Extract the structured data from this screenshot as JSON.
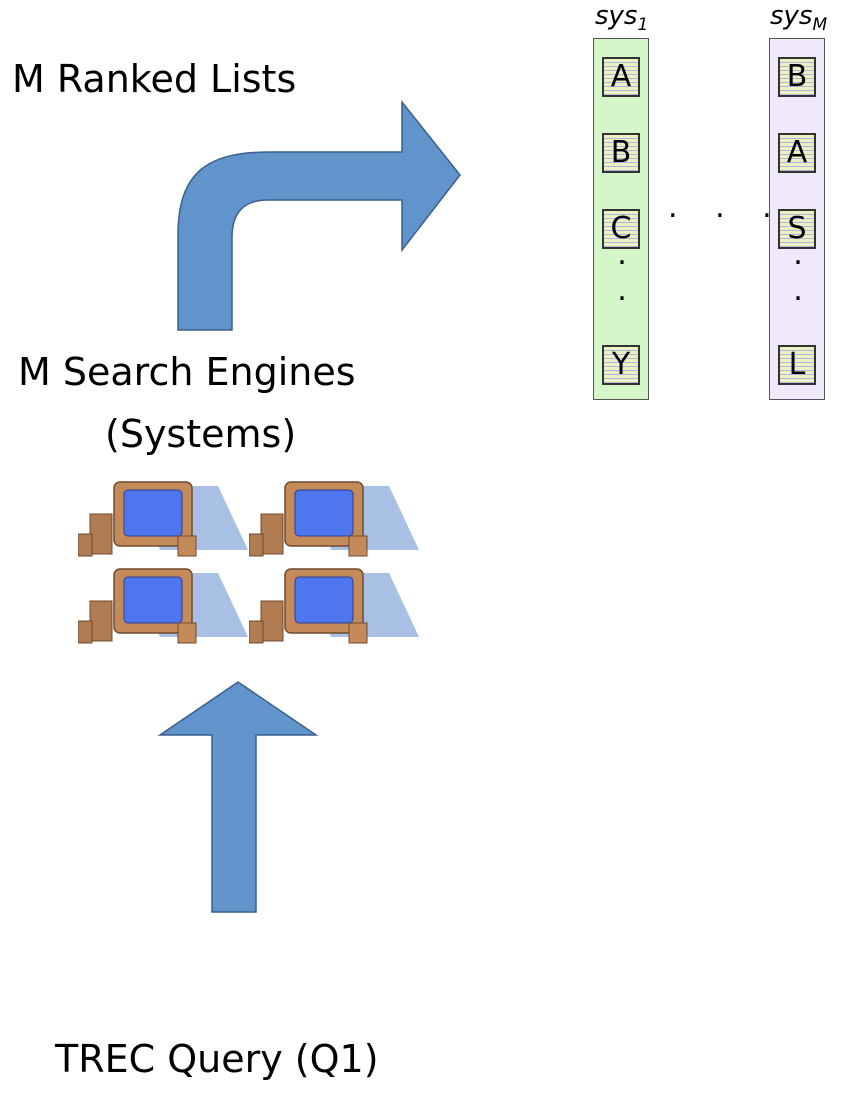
{
  "labels": {
    "ranked_lists": "M Ranked Lists",
    "search_engines": "M Search Engines",
    "systems": "(Systems)",
    "query": "TREC Query (Q1)"
  },
  "systems": [
    {
      "name": "sys",
      "sub": "1",
      "docs": [
        "A",
        "B",
        "C",
        "Y"
      ]
    },
    {
      "name": "sys",
      "sub": "M",
      "docs": [
        "B",
        "A",
        "S",
        "L"
      ]
    }
  ],
  "ellipsis": {
    "vertical": ".",
    "horizontal": ". . ."
  },
  "icons": {
    "computer": "computer-icon",
    "arrow": "block-arrow"
  },
  "colors": {
    "arrow_fill": "#6194cb",
    "arrow_stroke": "#3b5f8a",
    "sys1_column": "#d4f6c8",
    "sysM_column": "#f0e9fb",
    "monitor_body": "#c48a5a",
    "monitor_screen": "#4e76ef",
    "shadow": "#a7c0e4"
  }
}
